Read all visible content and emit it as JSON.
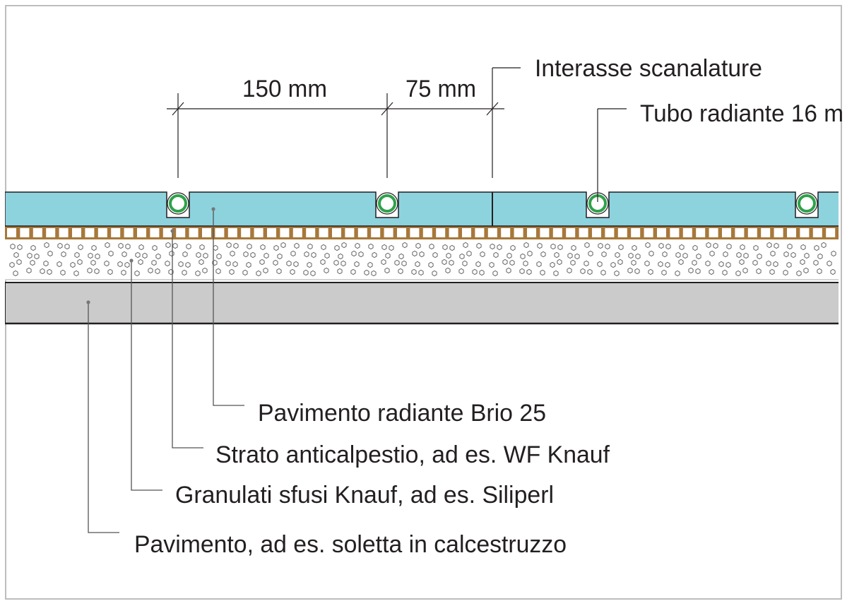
{
  "dimensions": {
    "spacing_1": "150 mm",
    "spacing_2": "75 mm"
  },
  "callouts": {
    "groove_spacing": "Interasse scanalature",
    "pipe": "Tubo radiante 16 m"
  },
  "layers": {
    "panel": "Pavimento radiante Brio 25",
    "impact_layer": "Strato anticalpestio, ad es. WF Knauf",
    "granulate": "Granulati sfusi Knauf, ad es. Siliperl",
    "slab": "Pavimento, ad es. soletta in calcestruzzo"
  },
  "colors": {
    "panel": "#8dd3de",
    "impact_layer": "#a7783a",
    "pipe": "#2ea24a",
    "slab": "#cbcbcc",
    "line": "#231f20"
  }
}
